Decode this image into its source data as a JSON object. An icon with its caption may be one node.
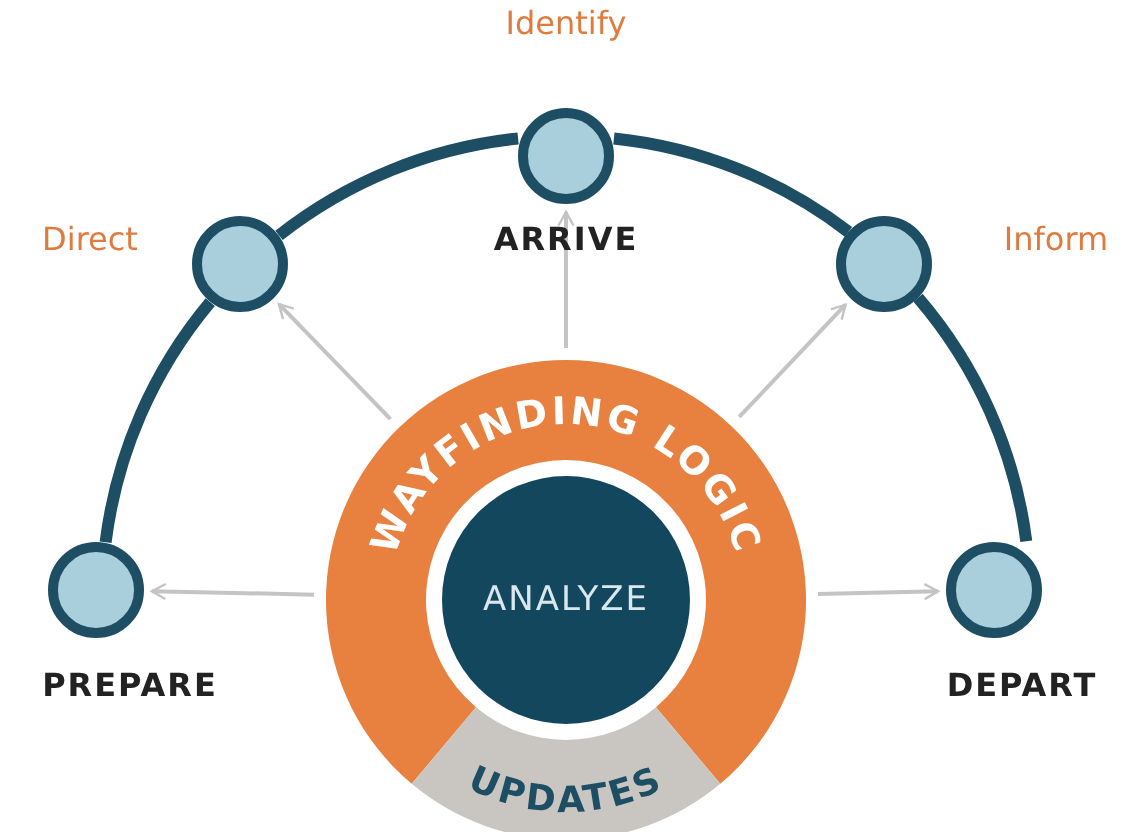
{
  "diagram": {
    "nodes": [
      {
        "text": [
          "WAYFINDING LOGIC"
        ]
      },
      {
        "text": [
          "UPDATES"
        ]
      },
      {
        "text": [
          "ANALYZE"
        ]
      },
      {
        "text": [
          "PREPARE"
        ]
      },
      {
        "text": [
          "Direct"
        ]
      },
      {
        "text": [
          "Identify",
          "ARRIVE"
        ]
      },
      {
        "text": [
          "Inform"
        ]
      },
      {
        "text": [
          "DEPART"
        ]
      }
    ],
    "edges": [
      {
        "from": 3,
        "to": 4,
        "arrow": "none",
        "style": "thick",
        "color": "#1d4e63"
      },
      {
        "from": 4,
        "to": 5,
        "arrow": "none",
        "style": "thick",
        "color": "#1d4e63"
      },
      {
        "from": 5,
        "to": 6,
        "arrow": "none",
        "style": "thick",
        "color": "#1d4e63"
      },
      {
        "from": 6,
        "to": 7,
        "arrow": "none",
        "style": "thick",
        "color": "#1d4e63"
      },
      {
        "from": 0,
        "to": 3,
        "arrow": "to"
      },
      {
        "from": 0,
        "to": 4,
        "arrow": "to"
      },
      {
        "from": 0,
        "to": 5,
        "arrow": "to"
      },
      {
        "from": 0,
        "to": 6,
        "arrow": "to"
      },
      {
        "from": 0,
        "to": 7,
        "arrow": "to"
      }
    ]
  }
}
